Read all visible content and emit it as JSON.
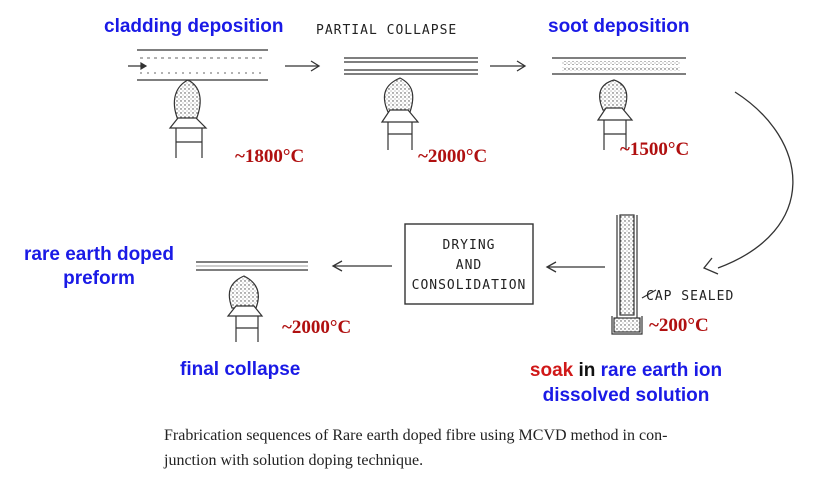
{
  "steps": {
    "cladding": {
      "label": "cladding deposition",
      "temp": "~1800°C"
    },
    "partial": {
      "label": "PARTIAL COLLAPSE",
      "temp": "~2000°C"
    },
    "soot": {
      "label": "soot deposition",
      "temp": "~1500°C"
    },
    "soak": {
      "label_part1": "soak",
      "label_part2": "in",
      "label_part3": "rare earth ion",
      "label_line2": "dissolved solution",
      "temp": "~200°C",
      "cap_label": "CAP SEALED"
    },
    "drying": {
      "line1": "DRYING",
      "line2": "AND",
      "line3": "CONSOLIDATION"
    },
    "final": {
      "label": "final collapse",
      "temp": "~2000°C",
      "product_line1": "rare earth doped",
      "product_line2": "preform"
    }
  },
  "caption": {
    "line1": "Frabrication sequences of Rare earth doped fibre using MCVD method in con-",
    "line2": "junction with solution doping technique."
  },
  "colors": {
    "label_blue": "#1a1ae6",
    "temp_red": "#b01010",
    "soak_red": "#d01818",
    "line": "#333333"
  }
}
